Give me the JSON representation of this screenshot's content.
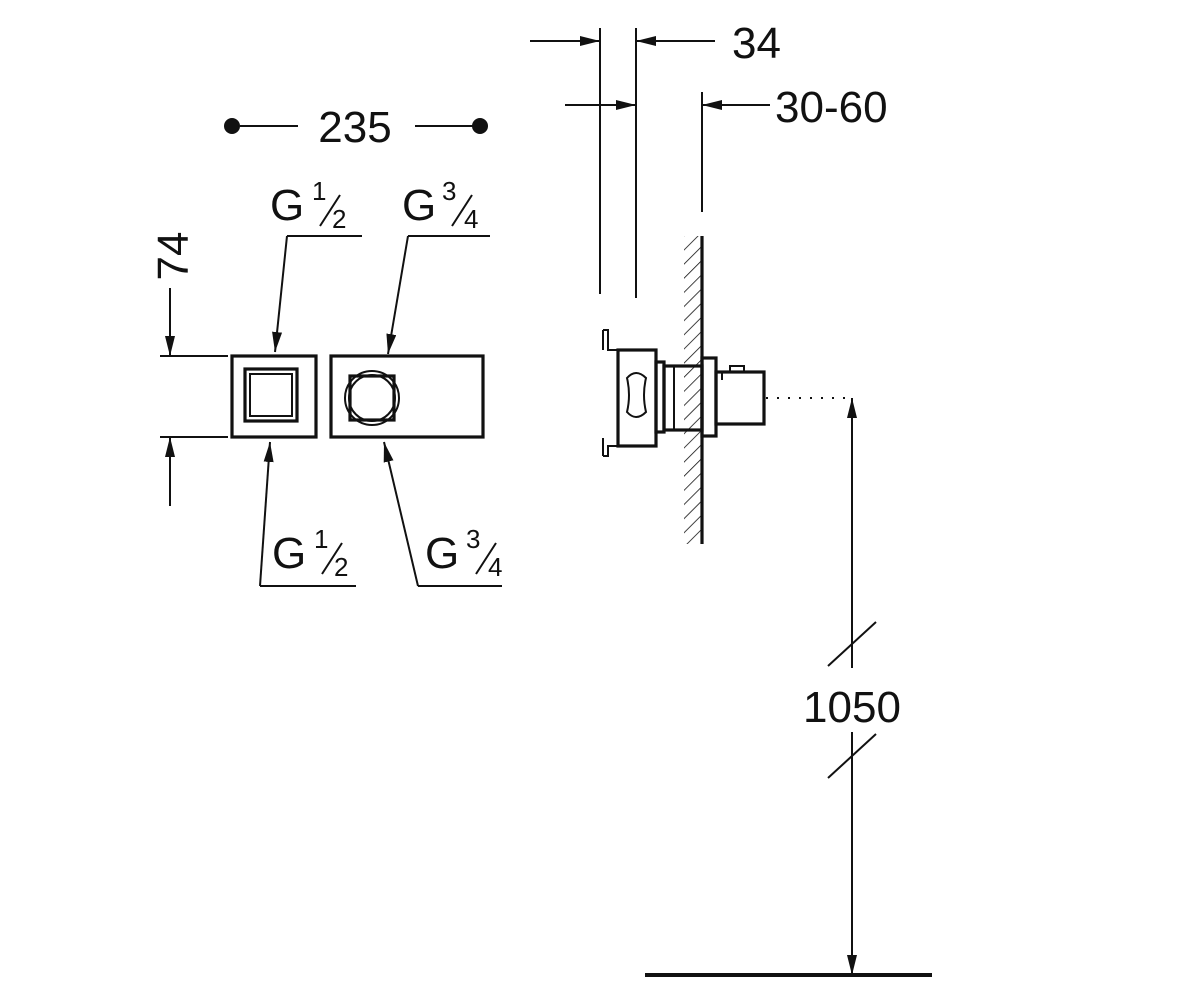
{
  "dimensions": {
    "overall_width": "235",
    "body_height": "74",
    "cover_depth": "34",
    "wall_adjust": "30-60",
    "install_height": "1050"
  },
  "connections": {
    "left_top": {
      "letter": "G",
      "numerator": "1",
      "denominator": "2"
    },
    "right_top": {
      "letter": "G",
      "numerator": "3",
      "denominator": "4"
    },
    "left_bottom": {
      "letter": "G",
      "numerator": "1",
      "denominator": "2"
    },
    "right_bottom": {
      "letter": "G",
      "numerator": "3",
      "denominator": "4"
    }
  },
  "colors": {
    "line": "#111111",
    "background": "#ffffff"
  }
}
